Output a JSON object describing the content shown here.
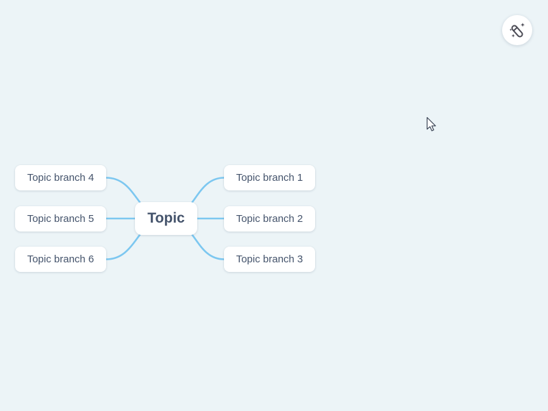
{
  "app": {
    "background": "#ECF4F7"
  },
  "toolbar": {
    "ai_wand_button": {
      "icon": "wand-sparkles-icon",
      "background": "#FFFFFF",
      "icon_color": "#4A4A54"
    }
  },
  "mindmap": {
    "line_color": "#7CC7F0",
    "node_background": "#FFFFFF",
    "text_color": "#44536B",
    "root": {
      "label": "Topic"
    },
    "branches": [
      {
        "label": "Topic branch 1",
        "side": "right"
      },
      {
        "label": "Topic branch 2",
        "side": "right"
      },
      {
        "label": "Topic branch 3",
        "side": "right"
      },
      {
        "label": "Topic branch 4",
        "side": "left"
      },
      {
        "label": "Topic branch 5",
        "side": "left"
      },
      {
        "label": "Topic branch 6",
        "side": "left"
      }
    ]
  },
  "cursor": {
    "type": "arrow-pointer"
  }
}
